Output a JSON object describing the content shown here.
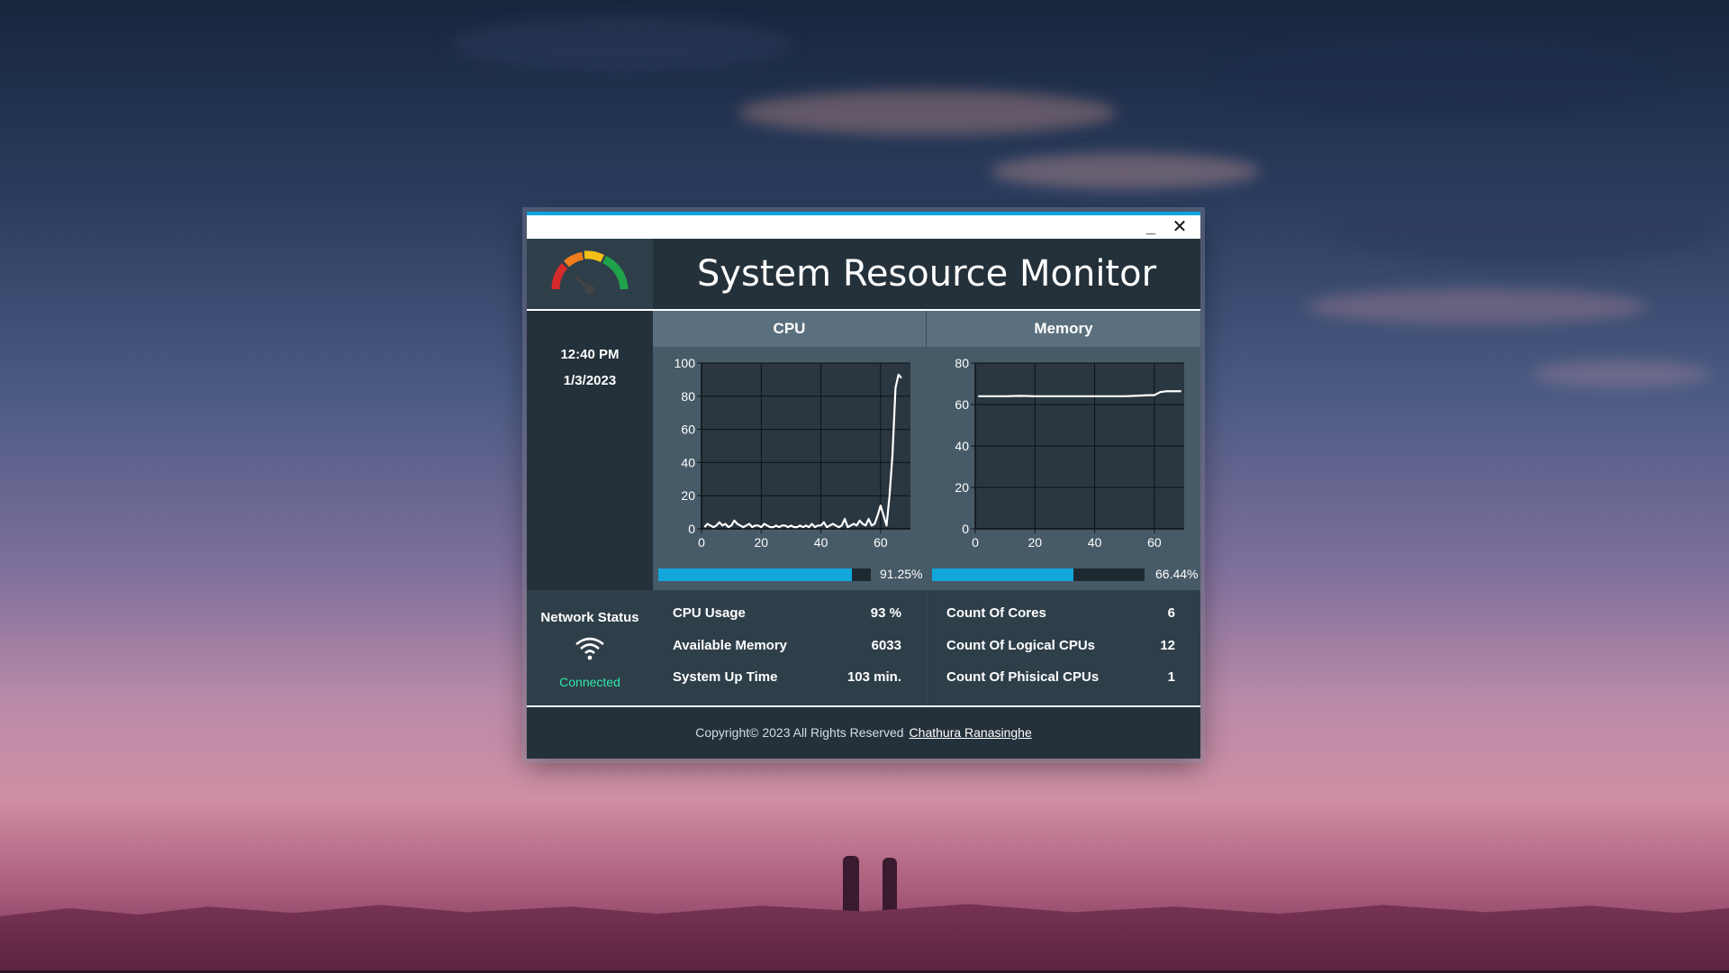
{
  "window": {
    "minimize_glyph": "_",
    "close_glyph": "✕",
    "accent_color": "#0aa5dd"
  },
  "header": {
    "title": "System Resource Monitor",
    "logo_icon": "gauge-icon"
  },
  "clock": {
    "time": "12:40 PM",
    "date": "1/3/2023"
  },
  "network": {
    "title": "Network Status",
    "icon": "wifi-icon",
    "state": "Connected",
    "state_color": "#2ee8a8"
  },
  "cpu": {
    "heading": "CPU",
    "usage_percent_label": "91.25%",
    "usage_fraction": 0.9125,
    "stats": [
      {
        "label": "CPU Usage",
        "value": "93 %"
      },
      {
        "label": "Available Memory",
        "value": "6033"
      },
      {
        "label": "System Up Time",
        "value": "103 min."
      }
    ]
  },
  "memory": {
    "heading": "Memory",
    "usage_percent_label": "66.44%",
    "usage_fraction": 0.6644,
    "stats": [
      {
        "label": "Count Of Cores",
        "value": "6"
      },
      {
        "label": "Count Of Logical CPUs",
        "value": "12"
      },
      {
        "label": "Count Of Phisical CPUs",
        "value": "1"
      }
    ]
  },
  "footer": {
    "text": "Copyright© 2023 All Rights Reserved",
    "author_link": "Chathura Ranasinghe"
  },
  "chart_data": [
    {
      "type": "line",
      "name": "cpu-chart",
      "xlim": [
        0,
        70
      ],
      "ylim": [
        0,
        100
      ],
      "xticks": [
        "0",
        "20",
        "40",
        "60"
      ],
      "yticks": [
        "0",
        "20",
        "40",
        "60",
        "80",
        "100"
      ],
      "grid": true,
      "series": [
        {
          "x": [
            1,
            2,
            3,
            4,
            5,
            6,
            7,
            8,
            9,
            10,
            11,
            12,
            13,
            14,
            15,
            16,
            17,
            18,
            19,
            20,
            21,
            22,
            23,
            24,
            25,
            26,
            27,
            28,
            29,
            30,
            31,
            32,
            33,
            34,
            35,
            36,
            37,
            38,
            39,
            40,
            41,
            42,
            43,
            44,
            45,
            46,
            47,
            48,
            49,
            50,
            51,
            52,
            53,
            54,
            55,
            56,
            57,
            58,
            59,
            60,
            61,
            62,
            63,
            64,
            65,
            66,
            67
          ],
          "values": [
            1,
            3,
            2,
            1,
            2,
            4,
            2,
            3,
            1,
            2,
            5,
            3,
            2,
            1,
            2,
            3,
            1,
            2,
            2,
            1,
            3,
            2,
            1,
            1,
            2,
            1,
            2,
            2,
            1,
            2,
            1,
            1,
            2,
            1,
            2,
            1,
            3,
            1,
            2,
            2,
            4,
            1,
            2,
            3,
            2,
            1,
            2,
            6,
            1,
            2,
            3,
            2,
            5,
            3,
            2,
            6,
            2,
            3,
            8,
            14,
            8,
            2,
            20,
            45,
            85,
            93,
            91
          ]
        }
      ]
    },
    {
      "type": "line",
      "name": "memory-chart",
      "xlim": [
        0,
        70
      ],
      "ylim": [
        0,
        80
      ],
      "xticks": [
        "0",
        "20",
        "40",
        "60"
      ],
      "yticks": [
        "0",
        "20",
        "40",
        "60",
        "80"
      ],
      "grid": true,
      "series": [
        {
          "x": [
            1,
            5,
            10,
            15,
            20,
            25,
            30,
            35,
            40,
            45,
            50,
            55,
            58,
            60,
            62,
            64,
            67,
            69
          ],
          "values": [
            64,
            64,
            64,
            64.2,
            64,
            64,
            64,
            64,
            64,
            64,
            64,
            64.3,
            64.5,
            64.5,
            66,
            66.4,
            66.4,
            66.4
          ]
        }
      ]
    }
  ]
}
